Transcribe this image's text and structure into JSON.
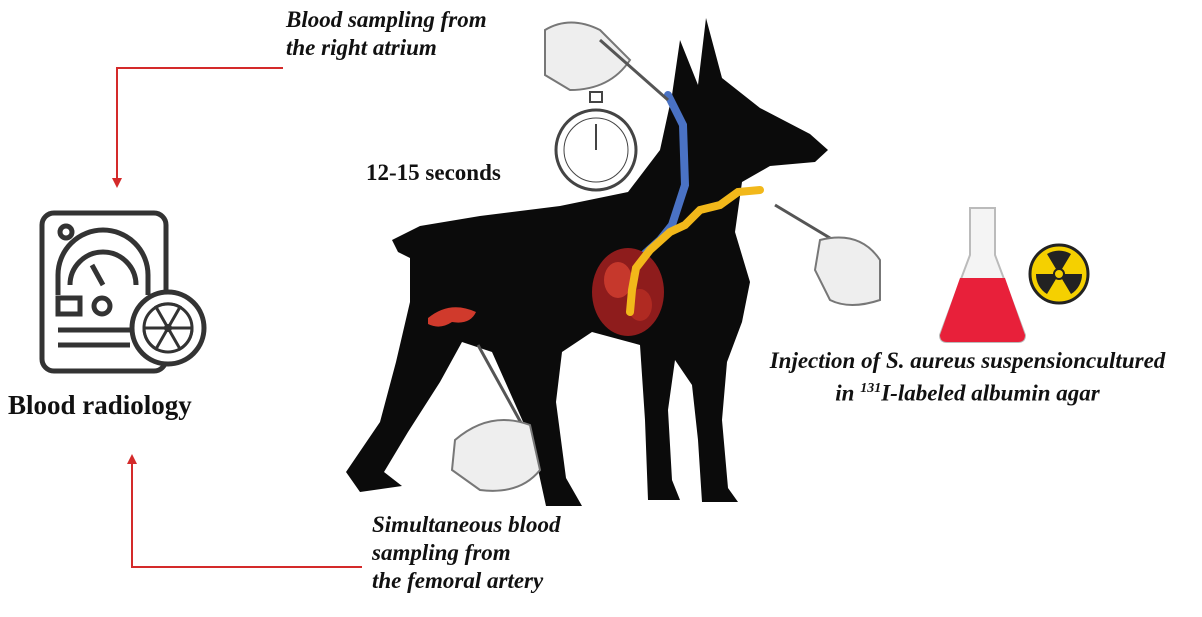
{
  "labels": {
    "sampling_atrium": [
      "Blood sampling from",
      "the right atrium"
    ],
    "timer": "12-15 seconds",
    "radiology": "Blood radiology",
    "injection_line1": "Injection of S. aureus suspensioncultured",
    "injection_line2_pre": "in ",
    "injection_sup": "131",
    "injection_line2_post": "I-labeled albumin agar",
    "femoral": [
      "Simultaneous blood",
      "sampling from",
      "the femoral artery"
    ]
  },
  "colors": {
    "arrow": "#d42a2a",
    "blue_vessel": "#4a72c4",
    "yellow_vessel": "#f2b81a",
    "flask_liquid": "#e8203a",
    "radiation": "#f5d000"
  }
}
